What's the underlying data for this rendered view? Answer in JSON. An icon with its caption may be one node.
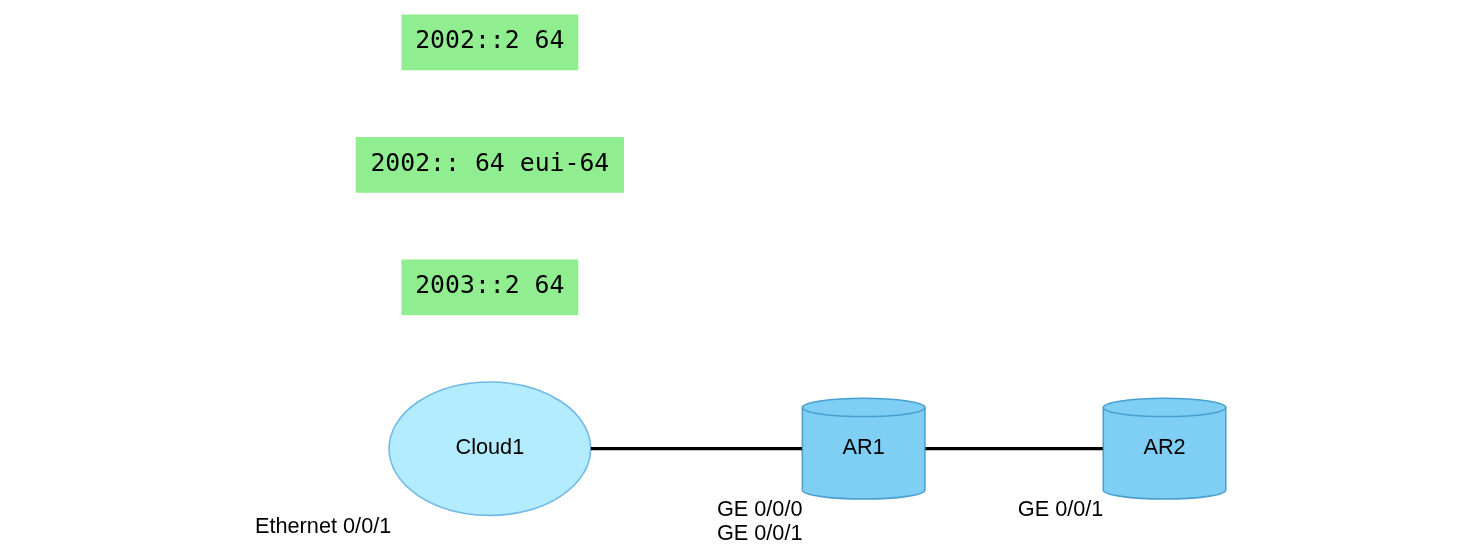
{
  "diagram": {
    "nodes": [
      {
        "text": [
          "Cloud1"
        ],
        "beside": [
          "Ethernet 0/0/1"
        ]
      },
      {
        "text": [
          "AR1"
        ],
        "beside": [
          "GE 0/0/0",
          "GE 0/0/1"
        ]
      },
      {
        "text": [
          "AR2"
        ],
        "beside": [
          "GE 0/0/1"
        ]
      }
    ],
    "edges": [
      {
        "from": 0,
        "to": 1,
        "arrow": "none"
      },
      {
        "from": 1,
        "to": 2,
        "arrow": "none"
      }
    ],
    "labels": [
      "2003::2 64",
      "2002:: 64 eui-64",
      "2002::2 64"
    ]
  }
}
